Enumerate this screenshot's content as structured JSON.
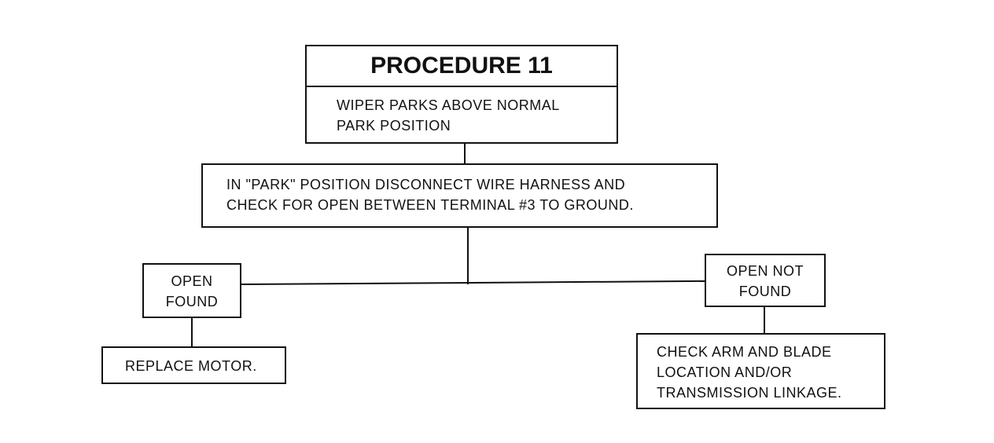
{
  "procedure": {
    "title": "PROCEDURE 11",
    "symptom": "WIPER PARKS ABOVE NORMAL\nPARK POSITION"
  },
  "check": {
    "text": "IN \"PARK\" POSITION DISCONNECT WIRE HARNESS AND\nCHECK FOR OPEN BETWEEN TERMINAL #3 TO GROUND."
  },
  "branch_open": {
    "label": "OPEN\nFOUND",
    "action": "REPLACE MOTOR."
  },
  "branch_not_open": {
    "label": "OPEN NOT\nFOUND",
    "action": "CHECK ARM AND BLADE\nLOCATION AND/OR\nTRANSMISSION LINKAGE."
  }
}
